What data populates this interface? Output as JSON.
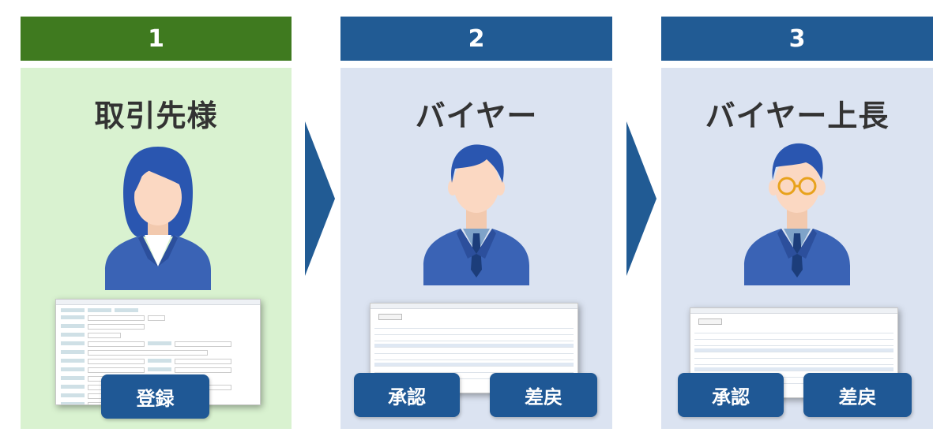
{
  "colors": {
    "step1_header": "#3f7a1f",
    "step_header": "#215b94",
    "step1_panel": "#d9f2d0",
    "step_panel": "#dbe3f1",
    "button": "#1f5895",
    "arrow": "#215b94",
    "suit": "#3a63b5",
    "hair": "#2a56b0",
    "skin": "#fbd8c2"
  },
  "steps": [
    {
      "number": "1",
      "title": "取引先様",
      "buttons": [
        "登録"
      ]
    },
    {
      "number": "2",
      "title": "バイヤー",
      "buttons": [
        "承認",
        "差戻"
      ]
    },
    {
      "number": "3",
      "title": "バイヤー上長",
      "buttons": [
        "承認",
        "差戻"
      ]
    }
  ]
}
